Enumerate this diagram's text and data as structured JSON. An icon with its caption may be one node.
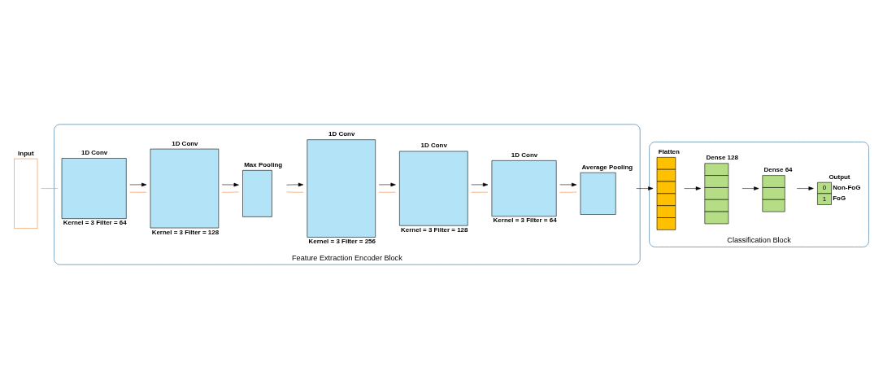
{
  "diagram": {
    "nodes": [
      {
        "text": [
          "Input"
        ]
      },
      {
        "text": [
          "Feature Extraction Encoder Block"
        ]
      },
      {
        "text": [
          "1D Conv"
        ],
        "in": 1,
        "beside": [
          "Kernel = 3 Filter = 64"
        ]
      },
      {
        "text": [
          "1D Conv"
        ],
        "in": 1,
        "beside": [
          "Kernel = 3 Filter = 128"
        ]
      },
      {
        "text": [
          "Max Pooling"
        ],
        "in": 1
      },
      {
        "text": [
          "1D Conv"
        ],
        "in": 1,
        "beside": [
          "Kernel = 3 Filter = 256"
        ]
      },
      {
        "text": [
          "1D Conv"
        ],
        "in": 1,
        "beside": [
          "Kernel = 3 Filter = 128"
        ]
      },
      {
        "text": [
          "1D Conv"
        ],
        "in": 1,
        "beside": [
          "Kernel = 3 Filter = 64"
        ]
      },
      {
        "text": [
          "Average Pooling"
        ],
        "in": 1
      },
      {
        "text": [
          "Classification Block"
        ]
      },
      {
        "text": [
          "Flatten"
        ],
        "in": 9
      },
      {
        "text": [
          "Dense 128"
        ],
        "in": 9
      },
      {
        "text": [
          "Dense 64"
        ],
        "in": 9
      },
      {
        "text": [
          "Output",
          "0",
          "1"
        ],
        "in": 9,
        "beside": [
          "Non-FoG",
          "FoG"
        ]
      }
    ],
    "edges": [
      {
        "from": 0,
        "to": 2,
        "arrow": "none",
        "color": "#ed7d31"
      },
      {
        "from": 2,
        "to": 3,
        "arrow": "none",
        "color": "#ed7d31"
      },
      {
        "from": 3,
        "to": 4,
        "arrow": "none",
        "color": "#ed7d31"
      },
      {
        "from": 4,
        "to": 5,
        "arrow": "none",
        "color": "#ed7d31"
      },
      {
        "from": 5,
        "to": 6,
        "arrow": "none",
        "color": "#ed7d31"
      },
      {
        "from": 6,
        "to": 7,
        "arrow": "none",
        "color": "#ed7d31"
      },
      {
        "from": 7,
        "to": 8,
        "arrow": "none",
        "color": "#ed7d31"
      },
      {
        "from": 2,
        "to": 3,
        "arrow": "to"
      },
      {
        "from": 3,
        "to": 4,
        "arrow": "to"
      },
      {
        "from": 4,
        "to": 5,
        "arrow": "to"
      },
      {
        "from": 5,
        "to": 6,
        "arrow": "to"
      },
      {
        "from": 6,
        "to": 7,
        "arrow": "to"
      },
      {
        "from": 7,
        "to": 8,
        "arrow": "to"
      },
      {
        "from": 8,
        "to": 10,
        "arrow": "to"
      },
      {
        "from": 10,
        "to": 11,
        "arrow": "to"
      },
      {
        "from": 11,
        "to": 12,
        "arrow": "to"
      },
      {
        "from": 12,
        "to": 13,
        "arrow": "to"
      }
    ]
  }
}
